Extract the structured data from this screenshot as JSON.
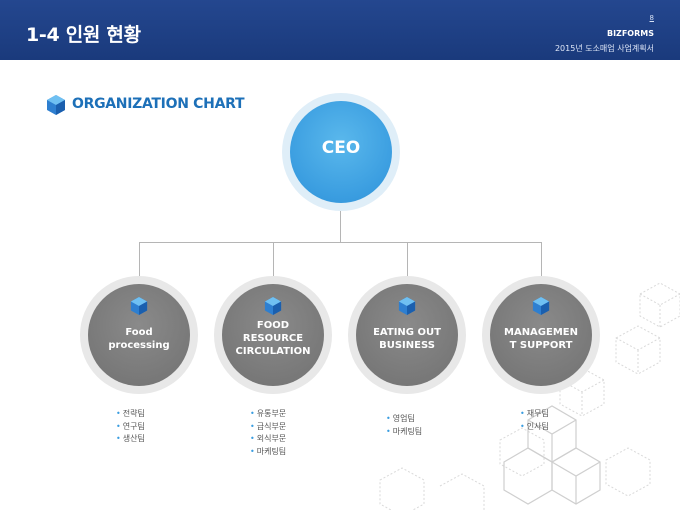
{
  "header": {
    "title": "1-4 인원 현황",
    "page_number": "8",
    "brand": "BIZFORMS",
    "doc_title": "2015년 도소매업 사업계획서"
  },
  "section": {
    "title": "ORGANIZATION CHART"
  },
  "ceo": {
    "label": "CEO"
  },
  "departments": [
    {
      "label_lines": [
        "Food",
        "processing"
      ],
      "teams": [
        "전략팀",
        "연구팀",
        "생산팀"
      ]
    },
    {
      "label_lines": [
        "FOOD",
        "RESOURCE",
        "CIRCULATION"
      ],
      "teams": [
        "유통부문",
        "급식부문",
        "외식부문",
        "마케팅팀"
      ]
    },
    {
      "label_lines": [
        "EATING OUT",
        "BUSINESS"
      ],
      "teams": [
        "영업팀",
        "마케팅팀"
      ]
    },
    {
      "label_lines": [
        "MANAGEMEN",
        "T SUPPORT"
      ],
      "teams": [
        "재무팀",
        "인사팀"
      ]
    }
  ],
  "colors": {
    "header_bg": "#1f428a",
    "accent_blue": "#3a9de0",
    "section_title": "#1d70b8",
    "dept_gray": "#777777"
  },
  "icons": {
    "section": "blue-cube-icon",
    "department": "blue-cube-icon"
  }
}
